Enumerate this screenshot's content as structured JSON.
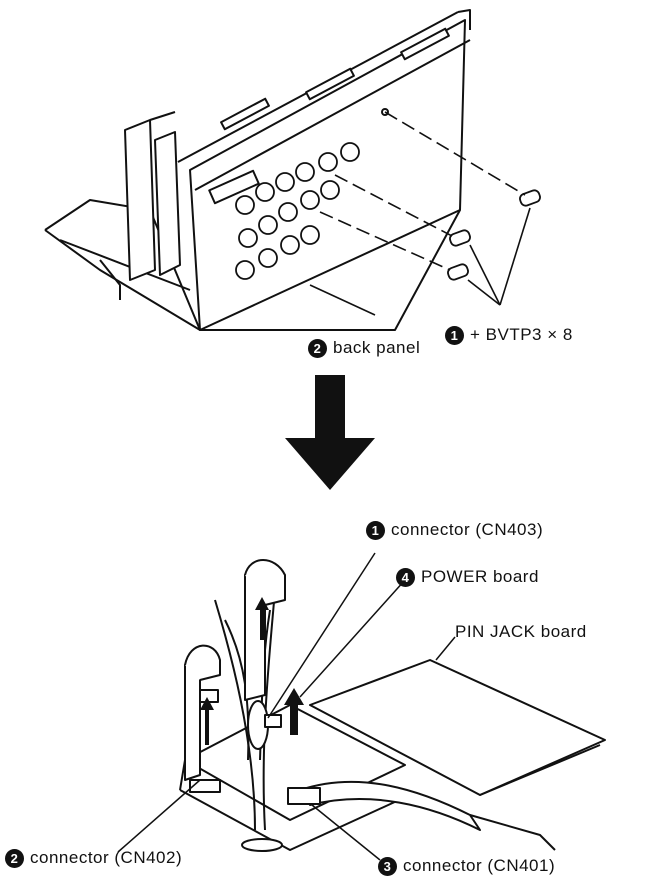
{
  "top_section": {
    "callouts": [
      {
        "num": "1",
        "text": "+ BVTP3 × 8"
      },
      {
        "num": "2",
        "text": "back panel"
      }
    ]
  },
  "bottom_section": {
    "callouts": [
      {
        "num": "1",
        "text": "connector (CN403)"
      },
      {
        "num": "4",
        "text": "POWER board"
      },
      {
        "num": "",
        "text": "PIN JACK board"
      },
      {
        "num": "2",
        "text": "connector (CN402)"
      },
      {
        "num": "3",
        "text": "connector (CN401)"
      }
    ]
  },
  "icons": {
    "transition": "down-arrow-icon",
    "screws": "screw-icon",
    "pliers": "pliers-icon"
  }
}
